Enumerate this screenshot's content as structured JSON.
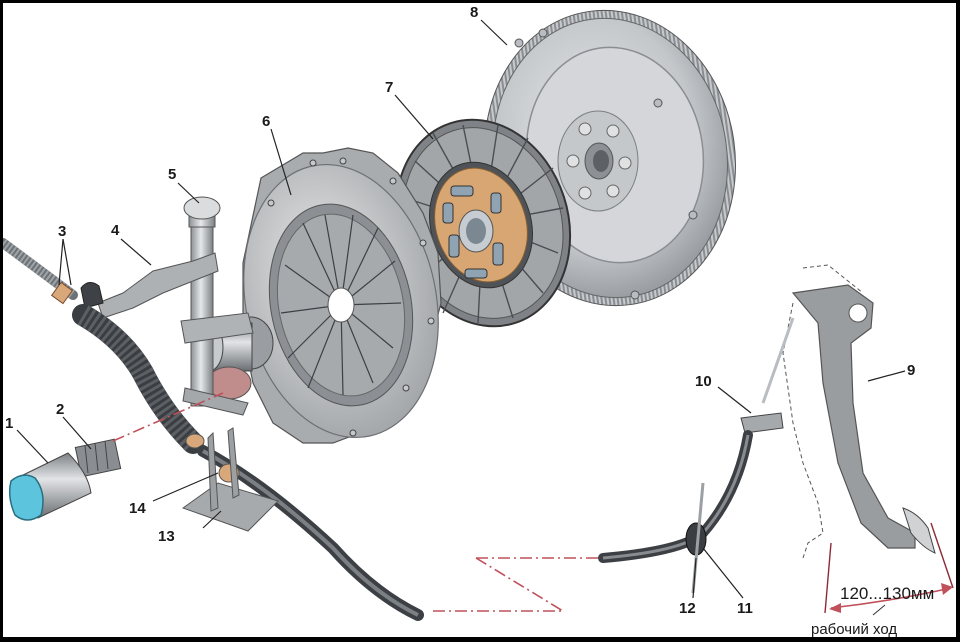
{
  "diagram": {
    "subject": "clutch-assembly-exploded-view",
    "callouts": [
      {
        "number": "1",
        "part": "gearbox-input-shaft"
      },
      {
        "number": "2",
        "part": "input-shaft-splines"
      },
      {
        "number": "3",
        "part": "adjusting-nuts"
      },
      {
        "number": "4",
        "part": "release-fork-lever"
      },
      {
        "number": "5",
        "part": "release-fork-shaft"
      },
      {
        "number": "6",
        "part": "pressure-plate"
      },
      {
        "number": "7",
        "part": "clutch-disc"
      },
      {
        "number": "8",
        "part": "flywheel"
      },
      {
        "number": "9",
        "part": "clutch-pedal"
      },
      {
        "number": "10",
        "part": "cable-bracket"
      },
      {
        "number": "11",
        "part": "cable-seal"
      },
      {
        "number": "12",
        "part": "cable-holder"
      },
      {
        "number": "13",
        "part": "cable-mount-bracket"
      },
      {
        "number": "14",
        "part": "cable-tip-nut"
      }
    ],
    "measurement": {
      "value": "120...130мм",
      "caption": "рабочий ход"
    },
    "colors": {
      "metal": "#b9bcc0",
      "metal_dark": "#6e7276",
      "disc_hub": "#d8a672",
      "shaft_end": "#5cc4dc",
      "guide_line": "#c0505a",
      "nut": "#d9a87a"
    }
  }
}
